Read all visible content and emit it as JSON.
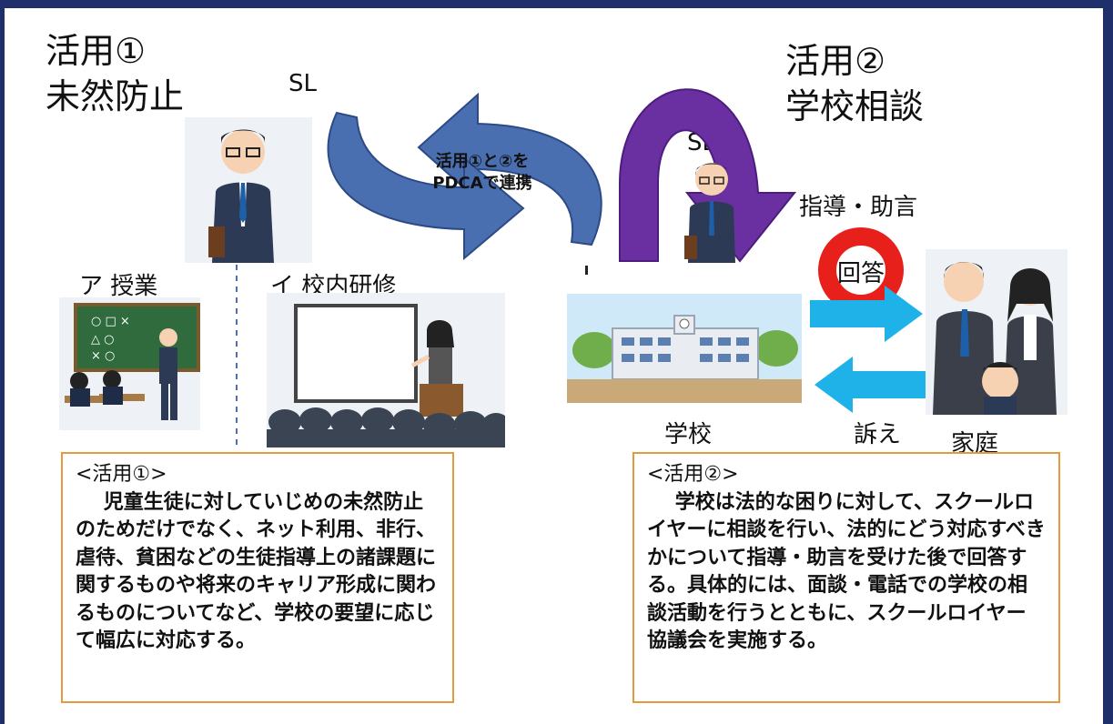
{
  "headings": {
    "left_line1": "活用①",
    "left_line2": "未然防止",
    "right_line1": "活用②",
    "right_line2": "学校相談"
  },
  "sl_labels": {
    "left": "SL",
    "center": "SL"
  },
  "cycle_text": {
    "line1": "活用①と②を",
    "line2": "PDCAで連携"
  },
  "labels": {
    "lesson": "ア 授業",
    "training": "イ 校内研修",
    "school": "学校",
    "family": "家庭",
    "guidance": "指導・助言",
    "answer": "回答",
    "appeal": "訴え"
  },
  "box1": {
    "title": "<活用①>",
    "body": "児童生徒に対していじめの未然防止のためだけでなく、ネット利用、非行、虐待、貧困などの生徒指導上の諸課題に関するものや将来のキャリア形成に関わるものについてなど、学校の要望に応じて幅広に対応する。"
  },
  "box2": {
    "title": "<活用②>",
    "body": "学校は法的な困りに対して、スクールロイヤーに相談を行い、法的にどう対応すべきかについて指導・助言を受けた後で回答する。具体的には、面談・電話での学校の相談活動を行うとともに、スクールロイヤー協議会を実施する。"
  },
  "colors": {
    "frame": "#1f2f6b",
    "cycle_arrow": "#4a6fb0",
    "purple_arrow": "#6a2fa0",
    "cyan_arrow": "#1fb2e8",
    "box_border": "#e39a3c",
    "answer_ring": "#e8201c"
  },
  "icons": [
    "lawyer-figure",
    "classroom-illustration",
    "training-illustration",
    "school-building",
    "family-illustration"
  ]
}
